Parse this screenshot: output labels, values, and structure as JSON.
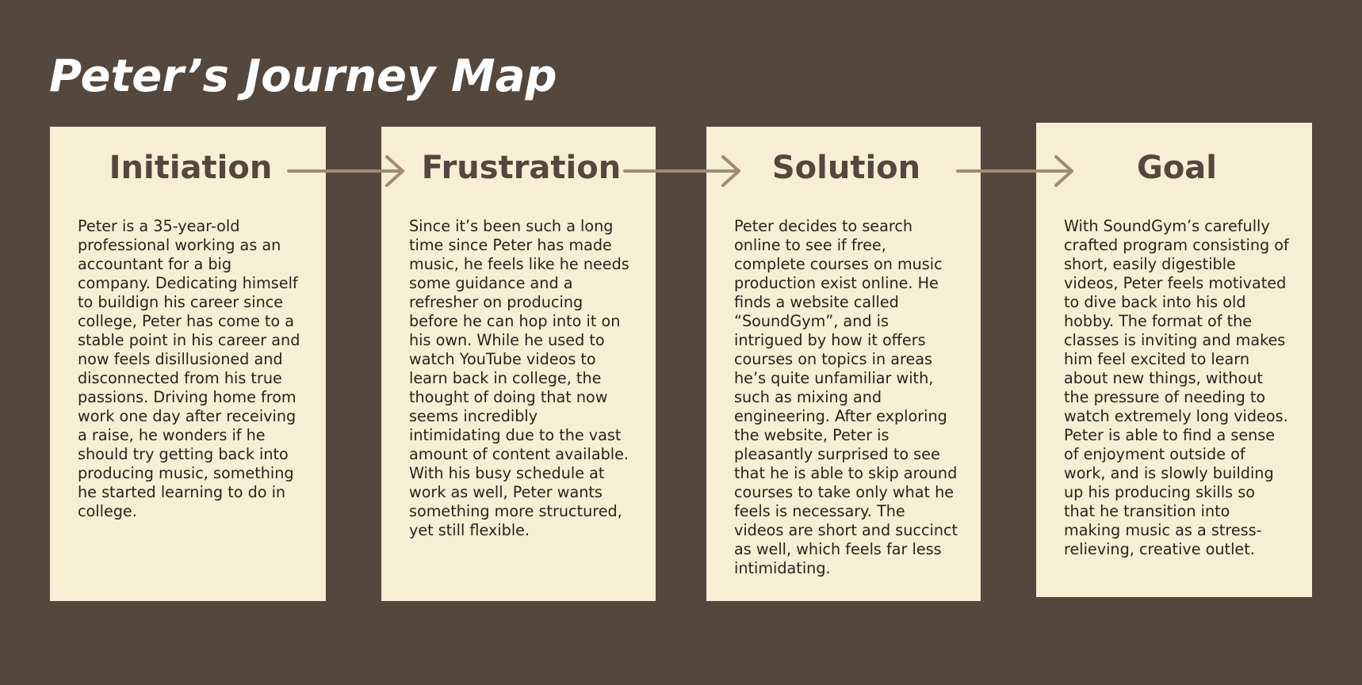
{
  "page": {
    "title": "Peter’s Journey Map"
  },
  "stages": [
    {
      "title": "Initiation",
      "body": "Peter is a 35-year-old professional working as an accountant for a big company. Dedicating himself to buildign his career since college, Peter has come to a stable point in his career and now feels disillusioned and disconnected from his true passions. Driving home from work one day after receiving a raise, he wonders if he should try getting back into producing music, something he started learning to do in college."
    },
    {
      "title": "Frustration",
      "body": "Since it’s been such a long time since Peter has made music, he feels like he needs some guidance and a refresher on producing before he can hop into it on his own. While he used to watch YouTube videos to learn back in college, the thought of doing that now seems incredibly intimidating due to the vast amount of content available. With his busy schedule at work as well, Peter wants something more structured, yet still flexible."
    },
    {
      "title": "Solution",
      "body": "Peter decides to search online to see if free, complete courses on music production exist online. He finds a website called “SoundGym”, and is intrigued by how it offers courses on topics in areas he’s quite unfamiliar with, such as mixing and engineering. After exploring the website, Peter is pleasantly surprised to see that he is able to skip around courses to take only what he feels is necessary. The videos are short and succinct as well, which feels far less intimidating."
    },
    {
      "title": "Goal",
      "body": "With SoundGym’s carefully crafted program consisting of short, easily digestible videos, Peter feels motivated to dive back into his old hobby. The format of the classes is inviting and makes him feel excited to learn about new things, without the pressure of needing to watch extremely long videos. Peter is able to find a sense of enjoyment outside of work, and is slowly building up his producing skills so that he transition into making music as a stress-relieving, creative outlet."
    }
  ],
  "colors": {
    "background": "#54473d",
    "card": "#f6eed5",
    "heading": "#54473d",
    "body_text": "#2c211b",
    "arrow": "#a18b76",
    "title": "#ffffff"
  },
  "icons": {
    "connector": "arrow-right-icon"
  }
}
